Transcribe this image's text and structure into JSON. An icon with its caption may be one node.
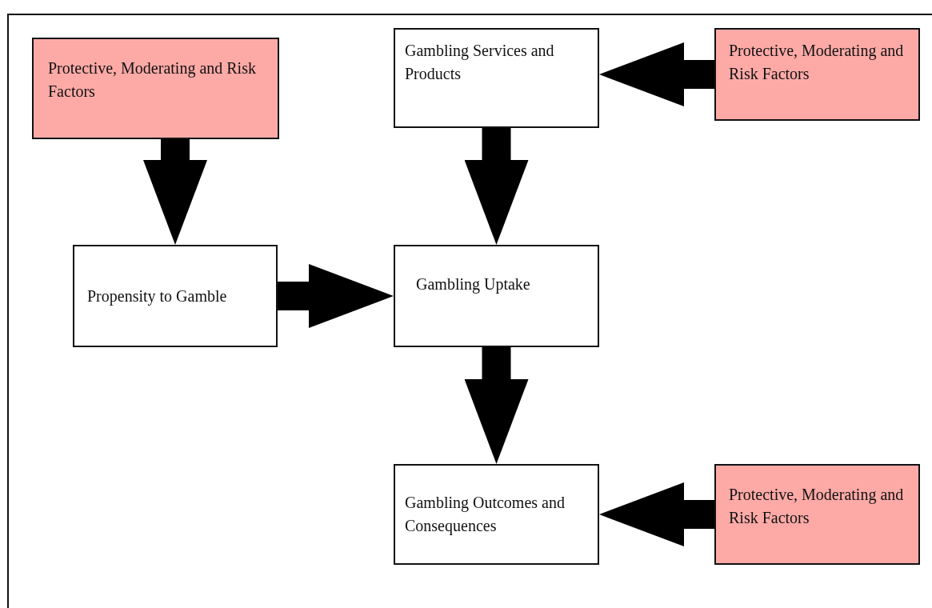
{
  "diagram": {
    "nodes": [
      {
        "text": [
          "Protective, Moderating and Risk Factors"
        ]
      },
      {
        "text": [
          "Gambling Services and Products"
        ]
      },
      {
        "text": [
          "Protective, Moderating and Risk Factors"
        ]
      },
      {
        "text": [
          "Propensity to Gamble"
        ]
      },
      {
        "text": [
          "Gambling Uptake"
        ]
      },
      {
        "text": [
          "Gambling Outcomes and Consequences"
        ]
      },
      {
        "text": [
          "Protective, Moderating and Risk Factors"
        ]
      }
    ],
    "edges": [
      {
        "from": 0,
        "to": 3,
        "arrow": "to"
      },
      {
        "from": 2,
        "to": 1,
        "arrow": "to"
      },
      {
        "from": 3,
        "to": 4,
        "arrow": "to"
      },
      {
        "from": 1,
        "to": 4,
        "arrow": "to"
      },
      {
        "from": 4,
        "to": 5,
        "arrow": "to"
      },
      {
        "from": 6,
        "to": 5,
        "arrow": "to"
      }
    ]
  }
}
